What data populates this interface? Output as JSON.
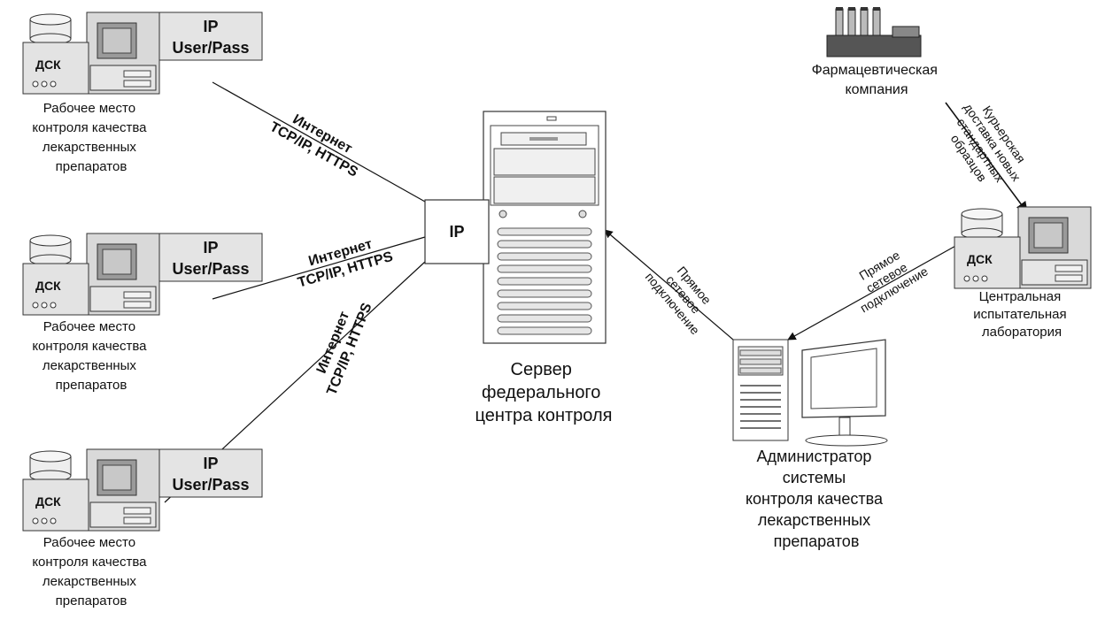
{
  "workstation": {
    "caption_lines": [
      "Рабочее место",
      "контроля качества",
      "лекарственных",
      "препаратов"
    ],
    "dsk_label": "ДСК",
    "ip_label": "IP",
    "userpass_label": "User/Pass"
  },
  "internet_link": {
    "line1": "Интернет",
    "line2": "TCP/IP, HTTPS"
  },
  "server": {
    "ip_box_label": "IP",
    "caption_lines": [
      "Сервер",
      "федерального",
      "центра контроля"
    ]
  },
  "pharma": {
    "caption_lines": [
      "Фармацевтическая",
      "компания"
    ]
  },
  "courier": {
    "lines": [
      "Курьерская",
      "доставка новых",
      "стандартных",
      "образцов"
    ]
  },
  "lab": {
    "dsk_label": "ДСК",
    "caption_lines": [
      "Центральная",
      "испытательная",
      "лаборатория"
    ]
  },
  "direct_link": {
    "lines": [
      "Прямое",
      "сетевое",
      "подключение"
    ]
  },
  "admin": {
    "caption_lines": [
      "Администратор",
      "системы",
      "контроля качества",
      "лекарственных",
      "препаратов"
    ]
  }
}
